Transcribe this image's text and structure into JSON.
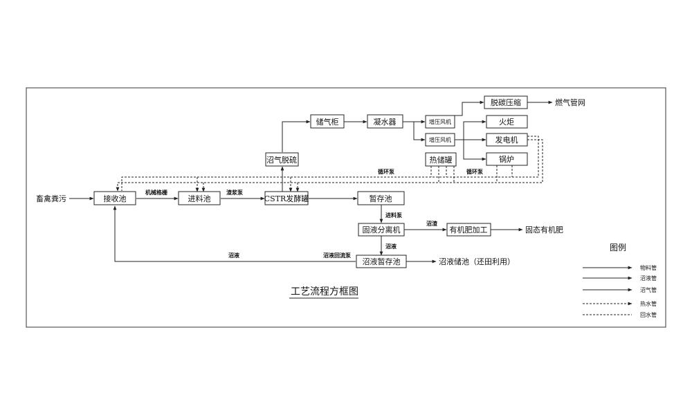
{
  "title": "工艺流程方框图",
  "nodes": {
    "manure": "畜禽粪污",
    "receiving_tank": "接收池",
    "feed_tank": "进料池",
    "cstr": "CSTR发酵罐",
    "temp_tank": "暂存池",
    "separator": "固液分离机",
    "organic_fertilizer": "有机肥加工",
    "solid_fertilizer": "固态有机肥",
    "slurry_temp_tank": "沼液暂存池",
    "slurry_storage": "沼液储池（还田利用）",
    "desulfurization": "沼气脱硫",
    "gas_holder": "储气柜",
    "condenser": "凝水器",
    "booster_fan_1": "增压风机",
    "booster_fan_2": "增压风机",
    "heat_tank": "热储罐",
    "decarbon": "脱碳压缩",
    "gas_network": "燃气管网",
    "flare": "火炬",
    "generator": "发电机",
    "boiler": "锅炉"
  },
  "pipe_labels": {
    "grille": "机械格栅",
    "slurry_pump": "渣浆泵",
    "feed_pump": "进料泵",
    "residue": "沼渣",
    "slurry_down": "沼液",
    "slurry_return": "沼液",
    "reflux_pump": "沼液回流泵",
    "circ_pump_1": "循环泵",
    "circ_pump_2": "循环泵"
  },
  "legend": {
    "title": "图例",
    "items": [
      "物料管",
      "沼液管",
      "沼气管",
      "热水管",
      "回水管"
    ]
  }
}
